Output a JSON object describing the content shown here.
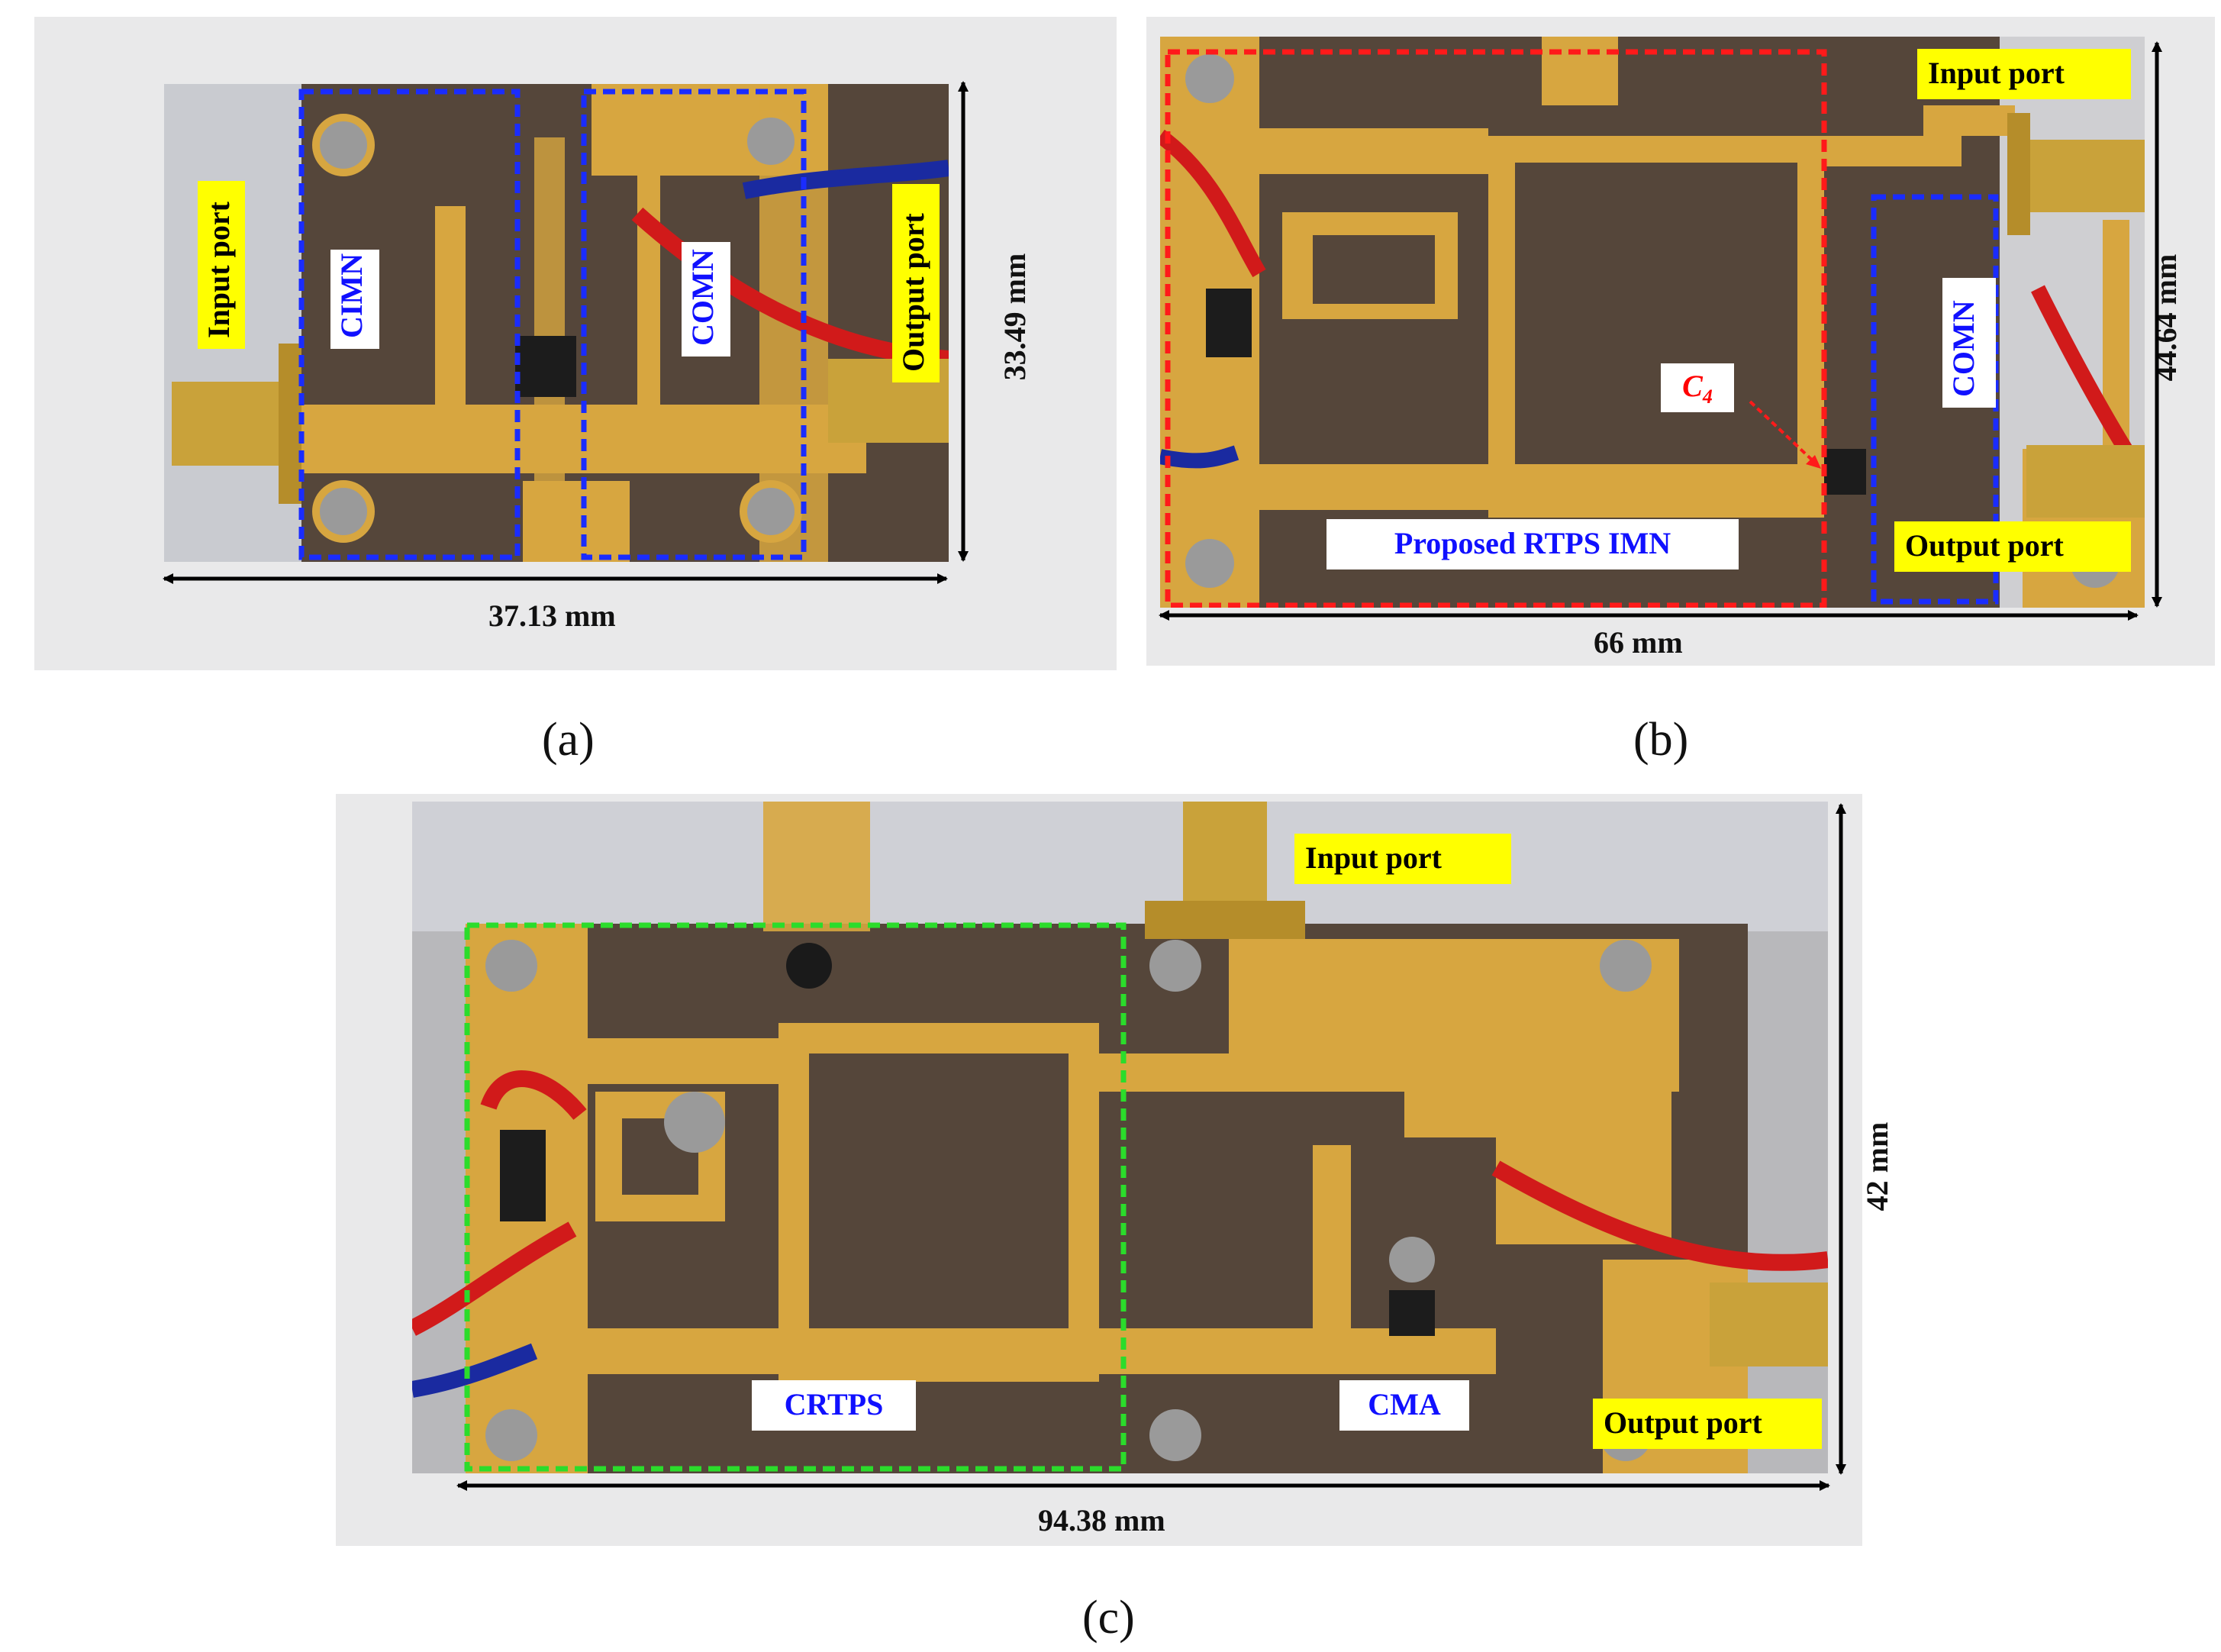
{
  "panel_a": {
    "caption": "(a)",
    "width_dim": "37.13 mm",
    "height_dim": "33.49 mm",
    "labels": {
      "input_port": "Input port",
      "output_port": "Output port",
      "cimn": "CIMN",
      "comn": "COMN"
    }
  },
  "panel_b": {
    "caption": "(b)",
    "width_dim": "66 mm",
    "height_dim": "44.64 mm",
    "labels": {
      "input_port": "Input port",
      "output_port": "Output port",
      "comn": "COMN",
      "c4_letter": "C",
      "c4_sub": "4",
      "imn": "Proposed RTPS IMN"
    }
  },
  "panel_c": {
    "caption": "(c)",
    "width_dim": "94.38 mm",
    "height_dim": "42 mm",
    "labels": {
      "input_port": "Input port",
      "output_port": "Output port",
      "crtps": "CRTPS",
      "cma": "CMA"
    }
  },
  "colors": {
    "panel_bg": "#e9e9ea",
    "pcb_substrate": "#55463a",
    "copper_gold": "#d7a640",
    "label_yellow": "#ffff00",
    "label_blue_text": "#1010ff",
    "outline_blue": "#1a2cff",
    "outline_red": "#ff1a1a",
    "outline_green": "#2bdc2b"
  }
}
